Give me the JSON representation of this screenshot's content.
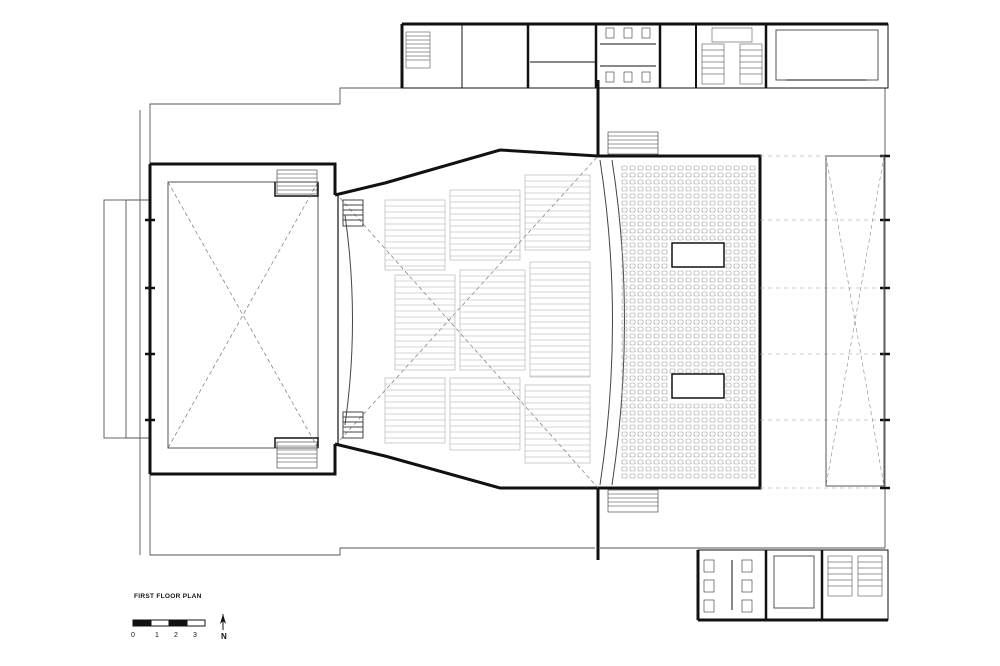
{
  "title": "FIRST FLOOR PLAN",
  "scale_bar": {
    "labels": [
      "0",
      "1",
      "2",
      "3"
    ]
  },
  "north_arrow": {
    "label": "N"
  },
  "colors": {
    "wall": "#111111",
    "thin_line": "#555555",
    "seat_line": "#999999",
    "background": "#ffffff"
  }
}
